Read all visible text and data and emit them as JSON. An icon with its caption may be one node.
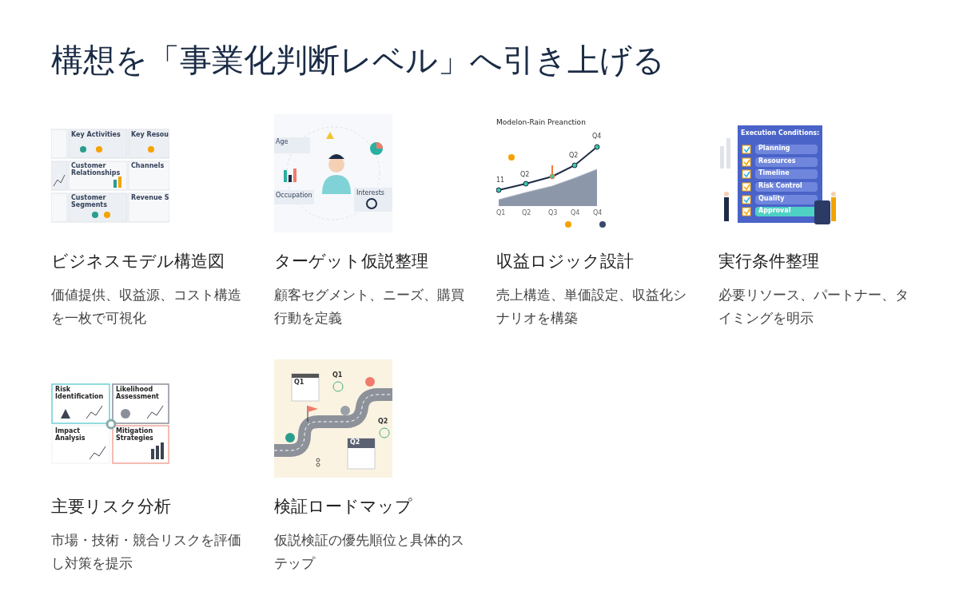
{
  "diagram": {
    "title": "構想を「事業化判断レベル」へ引き上げる",
    "nodes": [
      {
        "text": [
          "ビジネスモデル構造図",
          "価値提供、収益源、コスト構造を一枚で可視化"
        ]
      },
      {
        "text": [],
        "shape": "picture",
        "in": 0
      },
      {
        "text": [
          "ターゲット仮説整理",
          "顧客セグメント、ニーズ、購買行動を定義"
        ]
      },
      {
        "text": [],
        "shape": "picture",
        "in": 2
      },
      {
        "text": [
          "収益ロジック設計",
          "売上構造、単価設定、収益化シナリオを構築"
        ]
      },
      {
        "text": [],
        "shape": "picture",
        "in": 4
      },
      {
        "text": [
          "実行条件整理",
          "必要リソース、パートナー、タイミングを明示"
        ]
      },
      {
        "text": [],
        "shape": "picture",
        "in": 6
      },
      {
        "text": [
          "主要リスク分析",
          "市場・技術・競合リスクを評価し対策を提示"
        ]
      },
      {
        "text": [],
        "shape": "picture",
        "in": 8
      },
      {
        "text": [
          "検証ロードマップ",
          "仮説検証の優先順位と具体的ステップ"
        ]
      },
      {
        "text": [],
        "shape": "picture",
        "in": 10
      }
    ],
    "labels": [
      "Key Activities",
      "Key Resou",
      "Customer Relationships",
      "Channels",
      "Customer Segments",
      "Revenue S",
      "Age",
      "Occupation",
      "Interests",
      "Modelon-Rain Preanction",
      "11",
      "Q2",
      "Q2",
      "Q4",
      "Q1",
      "Q2",
      "Q3",
      "Q4",
      "Q4",
      "Execution Conditions:",
      "Planning",
      "Resources",
      "Timeline",
      "Risk Control",
      "Quality",
      "Approval",
      "Risk Identification",
      "Likelihood Assessment",
      "Impact Analysis",
      "Mitigation Strategies",
      "Q1",
      "Q1",
      "Q2",
      "Q2"
    ]
  }
}
